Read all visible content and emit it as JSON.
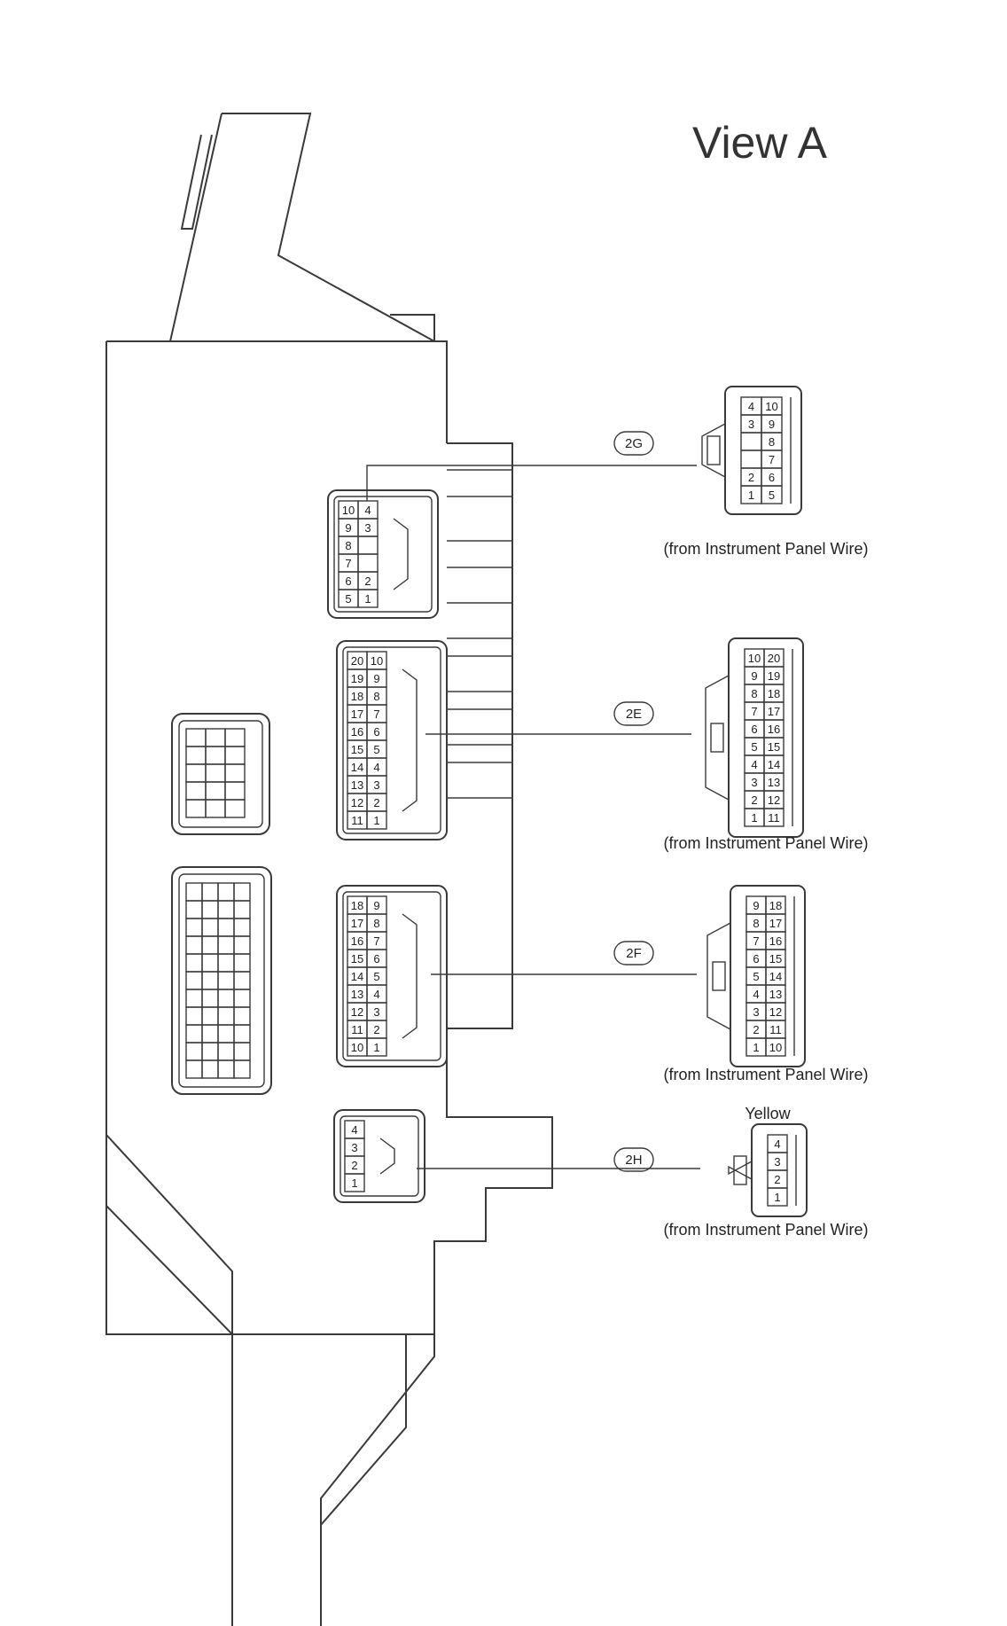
{
  "title": "View A",
  "connectors": [
    {
      "id": "2G",
      "caption": "(from Instrument Panel Wire)",
      "color_label": "",
      "left_pins": [
        [
          "10",
          "4"
        ],
        [
          "9",
          "3"
        ],
        [
          "8",
          ""
        ],
        [
          "7",
          ""
        ],
        [
          "6",
          "2"
        ],
        [
          "5",
          "1"
        ]
      ],
      "right_pins": [
        [
          "4",
          "10"
        ],
        [
          "3",
          "9"
        ],
        [
          "",
          "8"
        ],
        [
          "",
          "7"
        ],
        [
          "2",
          "6"
        ],
        [
          "1",
          "5"
        ]
      ]
    },
    {
      "id": "2E",
      "caption": "(from Instrument Panel Wire)",
      "color_label": "",
      "left_pins": [
        [
          "20",
          "10"
        ],
        [
          "19",
          "9"
        ],
        [
          "18",
          "8"
        ],
        [
          "17",
          "7"
        ],
        [
          "16",
          "6"
        ],
        [
          "15",
          "5"
        ],
        [
          "14",
          "4"
        ],
        [
          "13",
          "3"
        ],
        [
          "12",
          "2"
        ],
        [
          "11",
          "1"
        ]
      ],
      "right_pins": [
        [
          "10",
          "20"
        ],
        [
          "9",
          "19"
        ],
        [
          "8",
          "18"
        ],
        [
          "7",
          "17"
        ],
        [
          "6",
          "16"
        ],
        [
          "5",
          "15"
        ],
        [
          "4",
          "14"
        ],
        [
          "3",
          "13"
        ],
        [
          "2",
          "12"
        ],
        [
          "1",
          "11"
        ]
      ]
    },
    {
      "id": "2F",
      "caption": "(from Instrument Panel Wire)",
      "color_label": "",
      "left_pins": [
        [
          "18",
          "9"
        ],
        [
          "17",
          "8"
        ],
        [
          "16",
          "7"
        ],
        [
          "15",
          "6"
        ],
        [
          "14",
          "5"
        ],
        [
          "13",
          "4"
        ],
        [
          "12",
          "3"
        ],
        [
          "11",
          "2"
        ],
        [
          "10",
          "1"
        ]
      ],
      "right_pins": [
        [
          "9",
          "18"
        ],
        [
          "8",
          "17"
        ],
        [
          "7",
          "16"
        ],
        [
          "6",
          "15"
        ],
        [
          "5",
          "14"
        ],
        [
          "4",
          "13"
        ],
        [
          "3",
          "12"
        ],
        [
          "2",
          "11"
        ],
        [
          "1",
          "10"
        ]
      ]
    },
    {
      "id": "2H",
      "caption": "(from Instrument Panel Wire)",
      "color_label": "Yellow",
      "left_pins": [
        [
          "4"
        ],
        [
          "3"
        ],
        [
          "2"
        ],
        [
          "1"
        ]
      ],
      "right_pins": [
        [
          "4"
        ],
        [
          "3"
        ],
        [
          "2"
        ],
        [
          "1"
        ]
      ]
    }
  ]
}
